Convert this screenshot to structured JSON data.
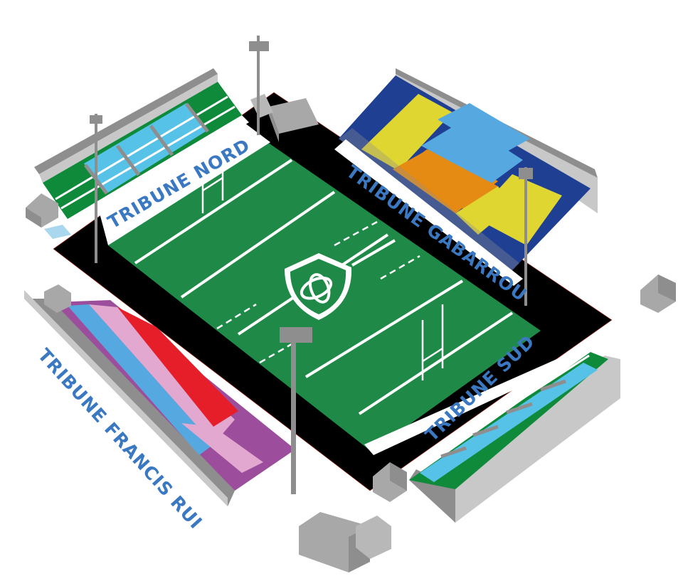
{
  "stands": {
    "nord": {
      "label": "TRIBUNE NORD"
    },
    "gabarrou": {
      "label": "TRIBUNE GABARROU"
    },
    "francis_rui": {
      "label": "TRIBUNE FRANCIS RUI"
    },
    "sud": {
      "label": "TRIBUNE SUD"
    }
  },
  "colors": {
    "pitch": "#1f8a47",
    "label": "#3b78c2",
    "concrete": "#a8a8a8",
    "surround": "#000000",
    "gabarrou_blue": "#1f3f93",
    "gabarrou_yellow": "#e0d632",
    "gabarrou_orange": "#e58a12",
    "gabarrou_lightblue": "#56a9e0",
    "francis_rui_purple": "#9c4e9c",
    "francis_rui_red": "#e61e2a",
    "francis_rui_pink": "#e2a8cf",
    "francis_rui_lightblue": "#56a9e0",
    "nord_green": "#0f8a3a",
    "nord_lightblue": "#57c2e8",
    "sud_green": "#0f8a3a",
    "sud_lightblue": "#57c2e8"
  },
  "crest": {
    "icon": "club-crest-icon"
  }
}
